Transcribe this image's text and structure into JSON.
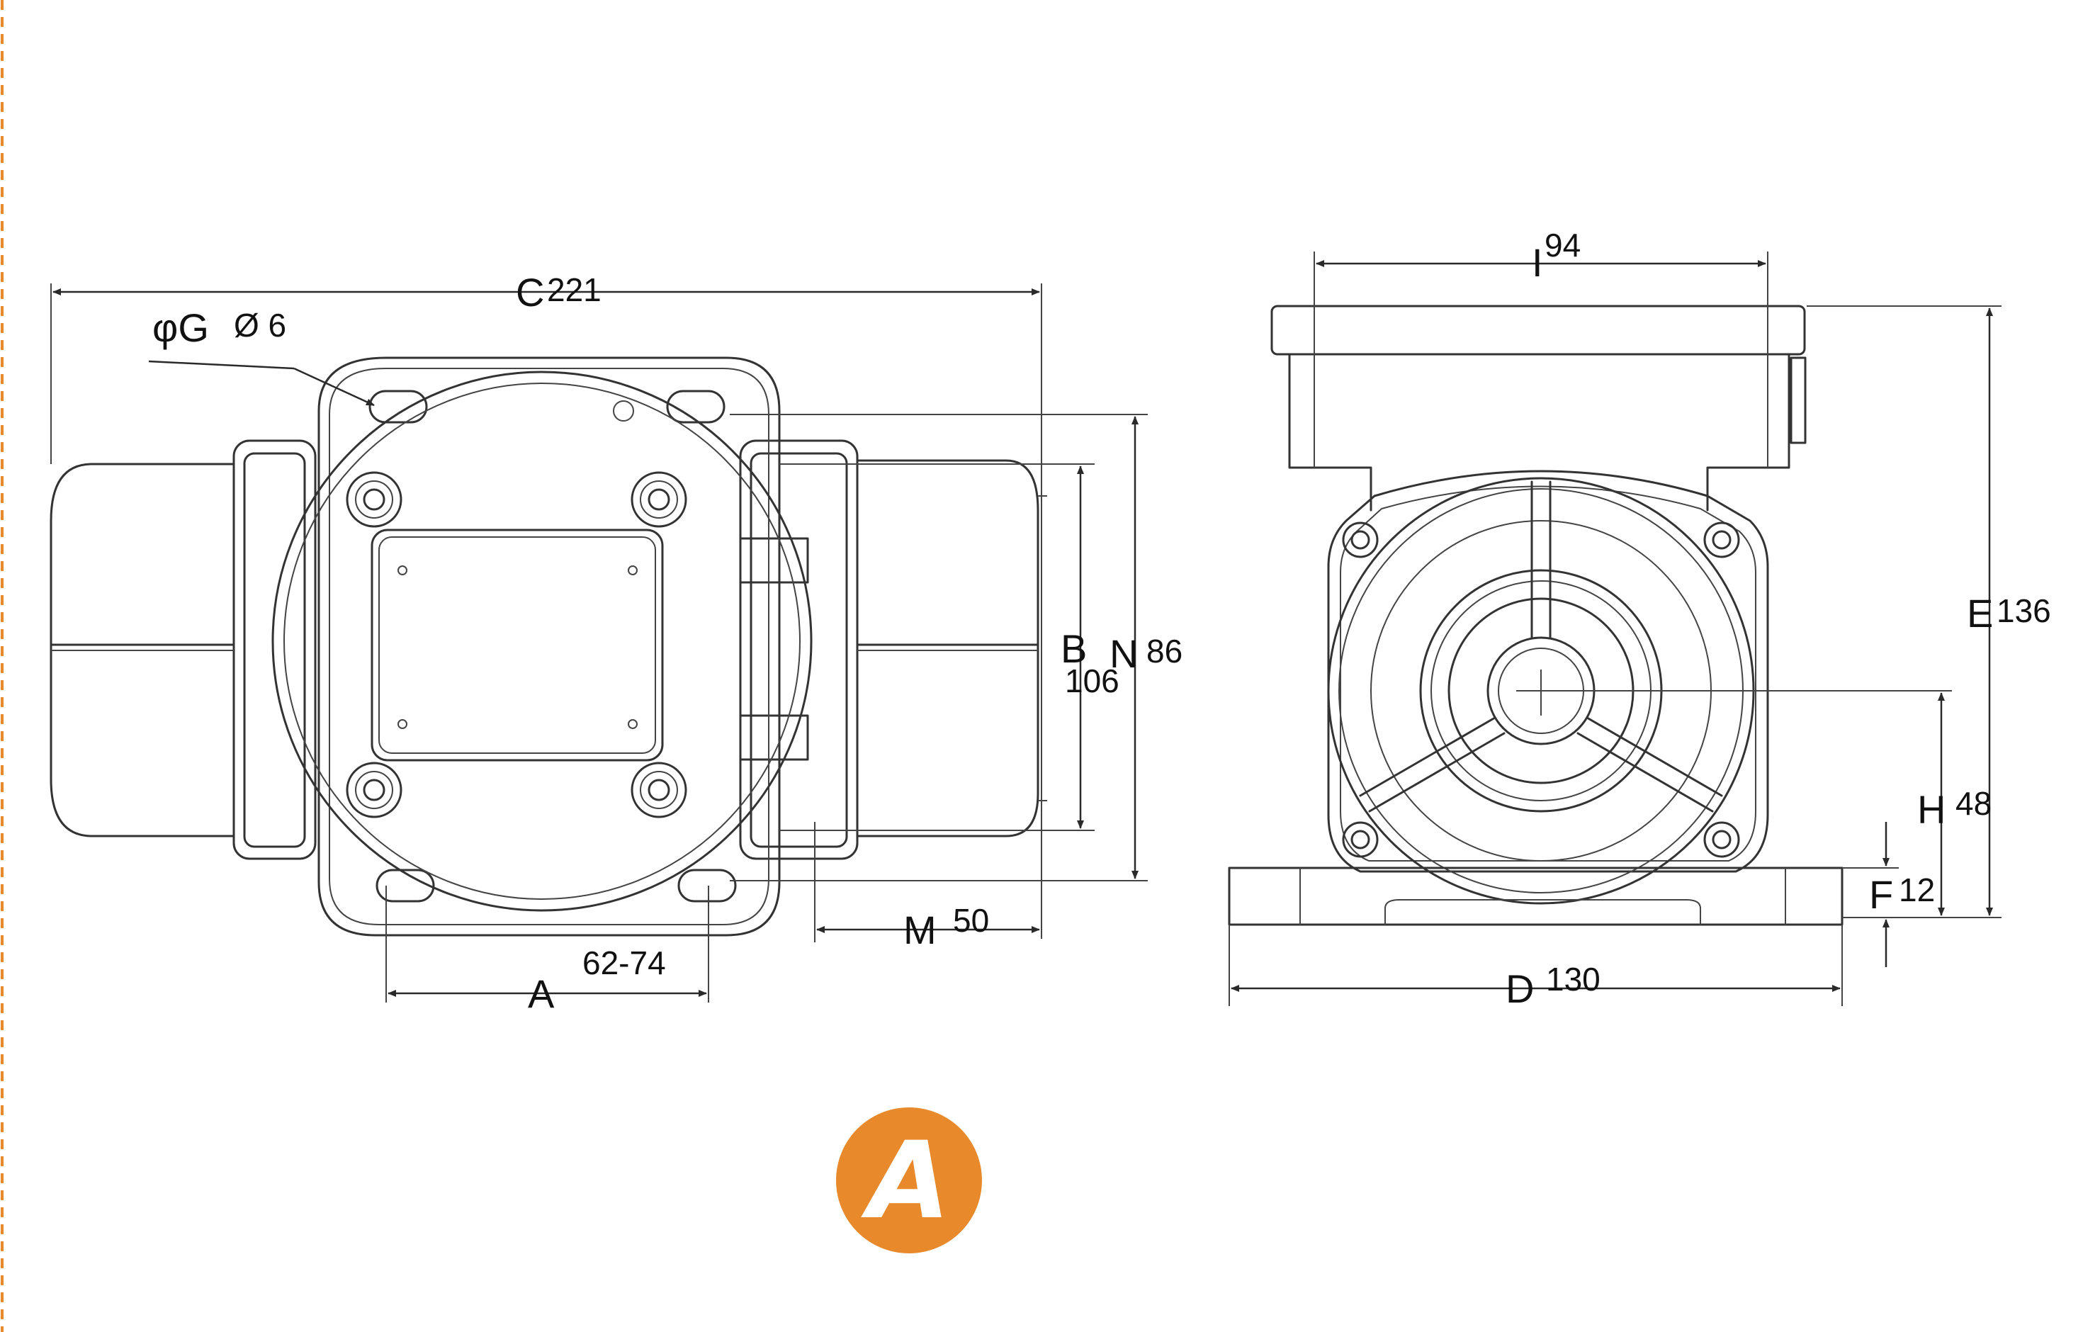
{
  "colors": {
    "line": "#333333",
    "dimension": "#2a2a2a",
    "badge": "#E8892C",
    "dashed_border": "#E8892C"
  },
  "dimensions": {
    "C": {
      "letter": "C",
      "value": "221"
    },
    "G": {
      "letter": "φG",
      "value": "Ø 6"
    },
    "B": {
      "letter": "B",
      "value": "106"
    },
    "N": {
      "letter": "N",
      "value": "86"
    },
    "M": {
      "letter": "M",
      "value": "50"
    },
    "A": {
      "letter": "A",
      "value": "62-74"
    },
    "I": {
      "letter": "I",
      "value": "94"
    },
    "E": {
      "letter": "E",
      "value": "136"
    },
    "H": {
      "letter": "H",
      "value": "48"
    },
    "F": {
      "letter": "F",
      "value": "12"
    },
    "D": {
      "letter": "D",
      "value": "130"
    }
  },
  "badge": {
    "label": "A"
  }
}
